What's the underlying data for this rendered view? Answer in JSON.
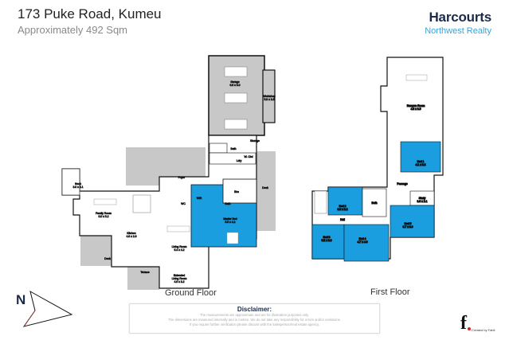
{
  "header": {
    "title": "173 Puke Road, Kumeu",
    "subtitle": "Approximately 492 Sqm"
  },
  "brand": {
    "name": "Harcourts",
    "office": "Northwest Realty"
  },
  "colors": {
    "bedroom_fill": "#1a9ee0",
    "outdoor_fill": "#c8c8c8",
    "wall": "#111111",
    "brand_navy": "#1b2a4a",
    "brand_blue": "#3aa3d8"
  },
  "compass": {
    "label": "N",
    "icon": "north-arrow-icon"
  },
  "ground_floor": {
    "label": "Ground Floor",
    "rooms": {
      "garage": {
        "name": "Garage",
        "size": "6.6 x 9.0"
      },
      "workshop": {
        "name": "Workshop",
        "size": "5.9 x 3.8"
      },
      "storage": {
        "name": "Storage"
      },
      "bath": {
        "name": "Bath"
      },
      "ldry": {
        "name": "Ldry"
      },
      "wcbd": {
        "name": "W. Cbd"
      },
      "foyer": {
        "name": "Foyer"
      },
      "ens": {
        "name": "Ens"
      },
      "bath2": {
        "name": "Bath"
      },
      "wir": {
        "name": "WIR"
      },
      "wc": {
        "name": "WC"
      },
      "deck_right": {
        "name": "Deck"
      },
      "nook": {
        "name": "Nook",
        "size": "3.0 x 3.1"
      },
      "family": {
        "name": "Family Room",
        "size": "6.0 x 5.2"
      },
      "kitchen": {
        "name": "Kitchen",
        "size": "4.8 x 2.8"
      },
      "living": {
        "name": "Living Room",
        "size": "6.4 x 4.2"
      },
      "master": {
        "name": "Master Bed",
        "size": "5.5 x 4.2"
      },
      "deck_left": {
        "name": "Deck"
      },
      "terrace": {
        "name": "Terrace"
      },
      "extended": {
        "name": "Extended",
        "name2": "Living Room",
        "size": "4.6 x 3.2"
      }
    }
  },
  "first_floor": {
    "label": "First Floor",
    "rooms": {
      "rumpus": {
        "name": "Rumpus Room",
        "size": "4.6 x 9.5"
      },
      "bed1": {
        "name": "Bed 1",
        "size": "4.1 x 3.8"
      },
      "passage": {
        "name": "Passage"
      },
      "bed2": {
        "name": "Bed 2",
        "size": "3.6 x 3.2"
      },
      "bath": {
        "name": "Bath"
      },
      "study": {
        "name": "Study",
        "size": "3.6 x 2.1"
      },
      "hall": {
        "name": "Hall"
      },
      "bed3": {
        "name": "Bed 3",
        "size": "5.2 x 3.3"
      },
      "bed4": {
        "name": "Bed 4",
        "size": "4.7 x 4.0"
      },
      "bed5": {
        "name": "Bed 5",
        "size": "3.7 x 3.0"
      }
    }
  },
  "disclaimer": {
    "title": "Disclaimer:",
    "lines": [
      "The measurements are approximate and are for illustration purposes only.",
      "The dimensions are measured internally and in metres. We do not take any responsibility for errors and/or omissions.",
      "If you require further verification please discuss with the salesperson/real estate agency."
    ]
  },
  "credit": {
    "text": "Created by Fabil",
    "logo_letter": "f"
  }
}
